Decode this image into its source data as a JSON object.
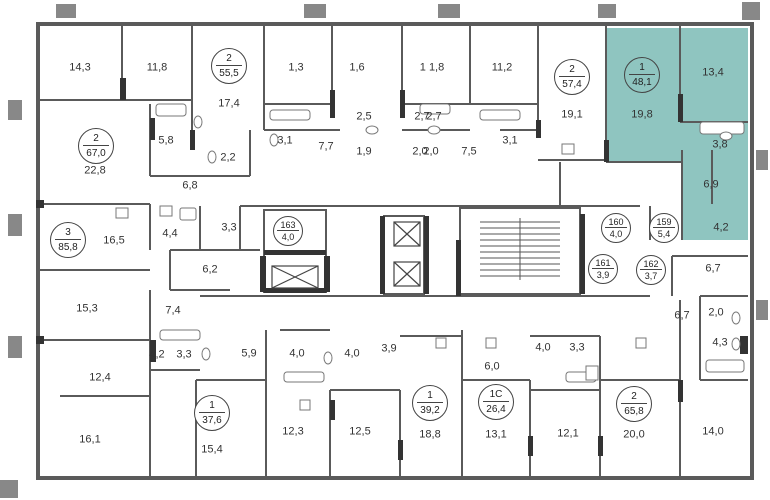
{
  "colors": {
    "highlight": "#8fc5c0",
    "wall": "#5a5a5a",
    "fixture": "#777777"
  },
  "icons": [
    "elevator-icon",
    "stairs-icon",
    "bathtub-icon",
    "toilet-icon",
    "sink-icon"
  ],
  "apartments": [
    {
      "num": "2",
      "area": "55,5"
    },
    {
      "num": "2",
      "area": "57,4"
    },
    {
      "num": "1",
      "area": "48,1",
      "selected": true
    },
    {
      "num": "2",
      "area": "67,0"
    },
    {
      "num": "3",
      "area": "85,8"
    },
    {
      "num": "1",
      "area": "37,6"
    },
    {
      "num": "1",
      "area": "39,2"
    },
    {
      "num": "1С",
      "area": "26,4"
    },
    {
      "num": "2",
      "area": "65,8"
    }
  ],
  "storage_units": [
    {
      "num": "163",
      "area": "4,0"
    },
    {
      "num": "160",
      "area": "4,0"
    },
    {
      "num": "159",
      "area": "5,4"
    },
    {
      "num": "161",
      "area": "3,9"
    },
    {
      "num": "162",
      "area": "3,7"
    }
  ],
  "room_areas": [
    "14,3",
    "11,8",
    "1,3",
    "1,6",
    "1 1,8",
    "11,2",
    "13,4",
    "17,4",
    "19,1",
    "19,8",
    "5,8",
    "3,1",
    "2,5",
    "2,7",
    "2,7",
    "3,1",
    "3,8",
    "7,7",
    "1,9",
    "2,0",
    "2,0",
    "7,5",
    "2,2",
    "22,8",
    "6,8",
    "6,9",
    "16,5",
    "4,4",
    "3,3",
    "4,2",
    "6,2",
    "6,7",
    "15,3",
    "7,4",
    "6,7",
    "2,0",
    "4,3",
    "12,4",
    "4,2",
    "3,3",
    "5,9",
    "4,0",
    "4,0",
    "3,9",
    "6,0",
    "4,0",
    "3,3",
    "16,1",
    "15,4",
    "12,3",
    "12,5",
    "18,8",
    "13,1",
    "12,1",
    "20,0",
    "14,0"
  ]
}
